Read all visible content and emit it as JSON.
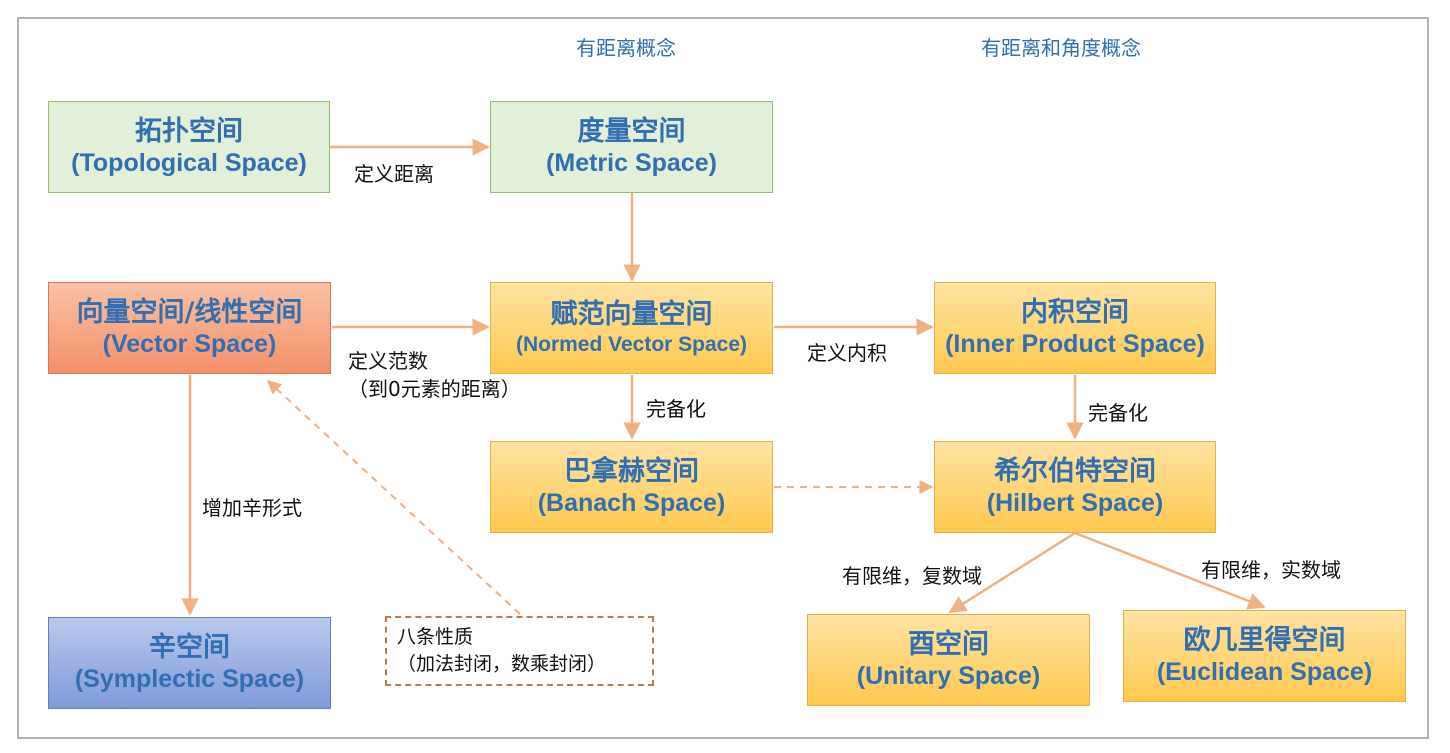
{
  "headers": {
    "distance": "有距离概念",
    "distance_angle": "有距离和角度概念"
  },
  "nodes": {
    "topological": {
      "zh": "拓扑空间",
      "en": "(Topological Space)"
    },
    "metric": {
      "zh": "度量空间",
      "en": "(Metric Space)"
    },
    "vector": {
      "zh": "向量空间/线性空间",
      "en": "(Vector Space)"
    },
    "normed": {
      "zh": "赋范向量空间",
      "en": "(Normed Vector Space)"
    },
    "inner_product": {
      "zh": "内积空间",
      "en": "(Inner Product Space)"
    },
    "banach": {
      "zh": "巴拿赫空间",
      "en": "(Banach Space)"
    },
    "hilbert": {
      "zh": "希尔伯特空间",
      "en": "(Hilbert Space)"
    },
    "symplectic": {
      "zh": "辛空间",
      "en": "(Symplectic Space)"
    },
    "unitary": {
      "zh": "酉空间",
      "en": "(Unitary Space)"
    },
    "euclidean": {
      "zh": "欧几里得空间",
      "en": "(Euclidean  Space)"
    }
  },
  "edge_labels": {
    "define_distance": "定义距离",
    "define_norm_line1": "定义范数",
    "define_norm_line2": "（到0元素的距离）",
    "define_inner_product": "定义内积",
    "completion_left": "完备化",
    "completion_right": "完备化",
    "add_symplectic": "增加辛形式",
    "finite_complex": "有限维，复数域",
    "finite_real": "有限维，实数域"
  },
  "note": {
    "line1": "八条性质",
    "line2": "（加法封闭，数乘封闭）"
  },
  "colors": {
    "arrow": "#f0b07f",
    "node_text": "#2f6fb2",
    "green_fill": "#e2f0d9",
    "orange_fill": "#ffc94f",
    "salmon_fill": "#f4906a",
    "blue_fill": "#7f9ad9"
  }
}
